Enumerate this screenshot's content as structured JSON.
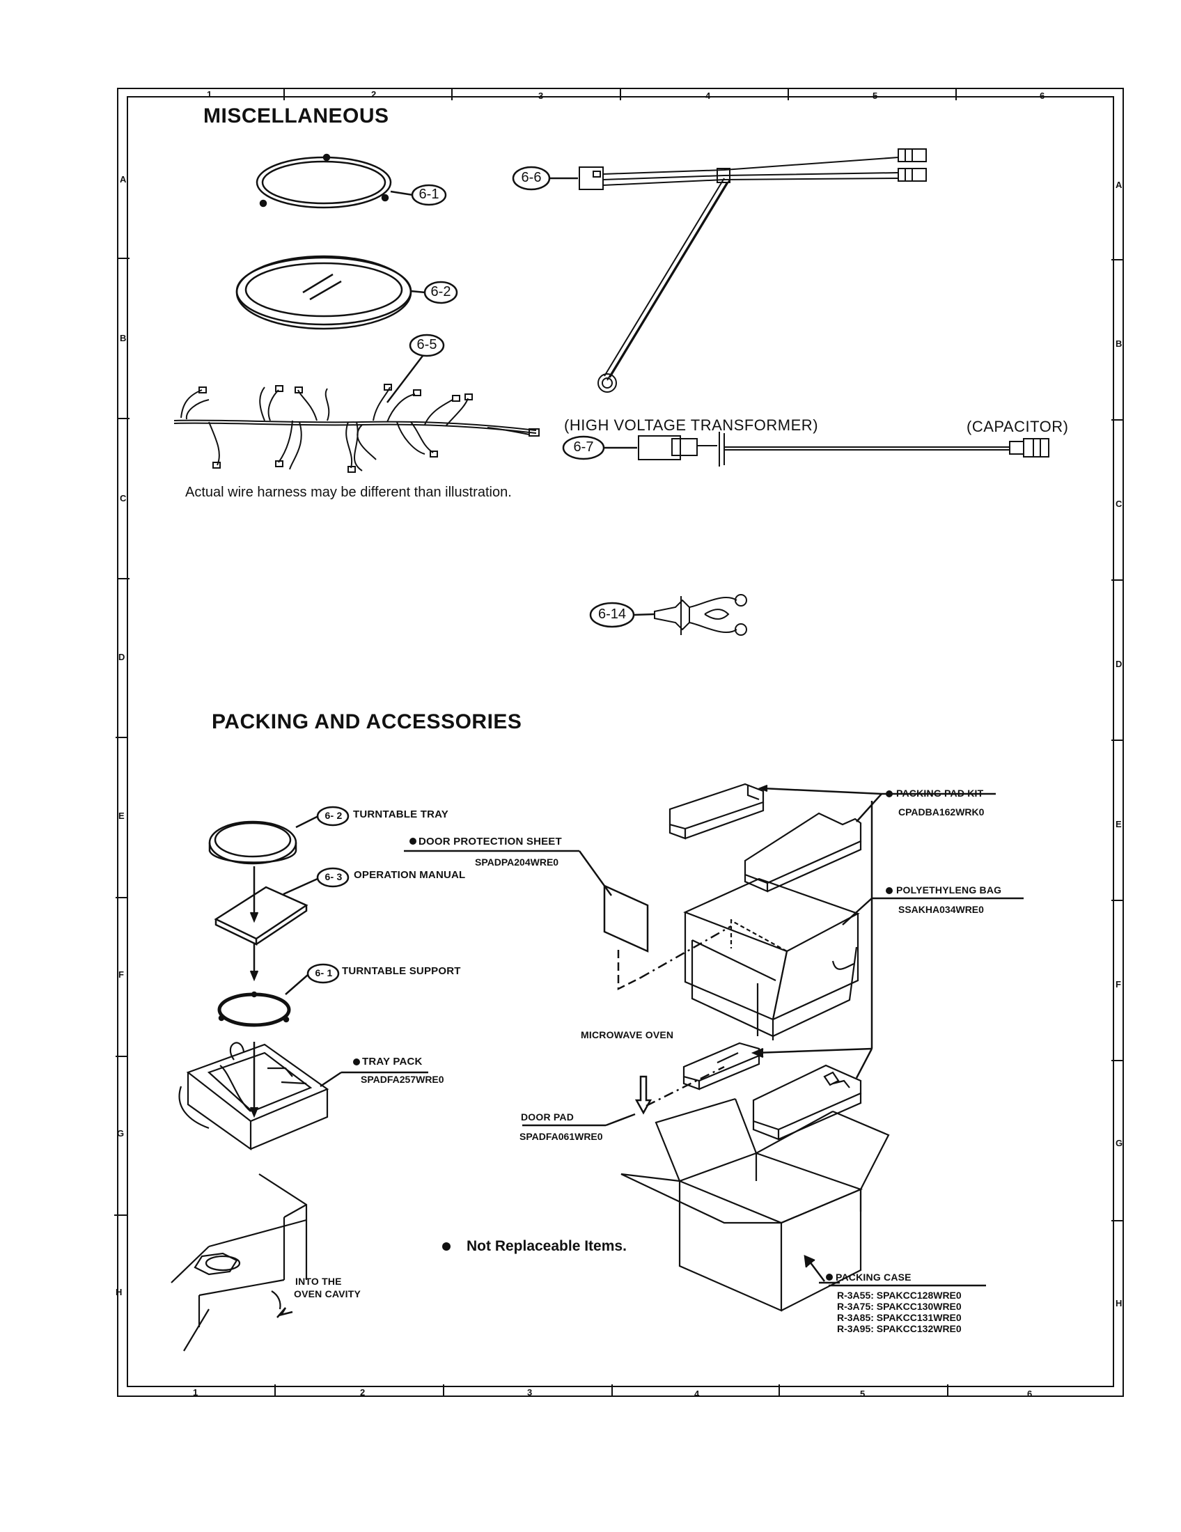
{
  "grid": {
    "columns": [
      "1",
      "2",
      "3",
      "4",
      "5",
      "6"
    ],
    "rows": [
      "A",
      "B",
      "C",
      "D",
      "E",
      "F",
      "G",
      "H"
    ]
  },
  "miscellaneous": {
    "title": "MISCELLANEOUS",
    "callouts": [
      "6-1",
      "6-2",
      "6-5",
      "6-6",
      "6-7",
      "6-14"
    ],
    "harness_note": "Actual wire harness may be different than illustration.",
    "hv_transformer_label": "(HIGH VOLTAGE TRANSFORMER)",
    "capacitor_label": "(CAPACITOR)"
  },
  "packing": {
    "title": "PACKING AND ACCESSORIES",
    "turntable_tray": {
      "ref": "6- 2",
      "label": "TURNTABLE TRAY"
    },
    "operation_manual": {
      "ref": "6- 3",
      "label": "OPERATION MANUAL"
    },
    "turntable_support": {
      "ref": "6- 1",
      "label": "TURNTABLE SUPPORT"
    },
    "tray_pack": {
      "label": "TRAY PACK",
      "code": "SPADFA257WRE0"
    },
    "into_cavity": [
      "INTO THE",
      "OVEN CAVITY"
    ],
    "door_protection_sheet": {
      "label": "DOOR PROTECTION SHEET",
      "code": "SPADPA204WRE0"
    },
    "microwave_oven": "MICROWAVE OVEN",
    "door_pad": {
      "label": "DOOR PAD",
      "code": "SPADFA061WRE0"
    },
    "packing_pad_kit": {
      "label": "PACKING PAD KIT",
      "code": "CPADBA162WRK0"
    },
    "polyethylene_bag": {
      "label": "POLYETHYLENG BAG",
      "code": "SSAKHA034WRE0"
    },
    "packing_case": {
      "label": "PACKING CASE",
      "models": [
        "R-3A55: SPAKCC128WRE0",
        "R-3A75: SPAKCC130WRE0",
        "R-3A85: SPAKCC131WRE0",
        "R-3A95: SPAKCC132WRE0"
      ]
    },
    "legend": "Not Replaceable Items."
  }
}
